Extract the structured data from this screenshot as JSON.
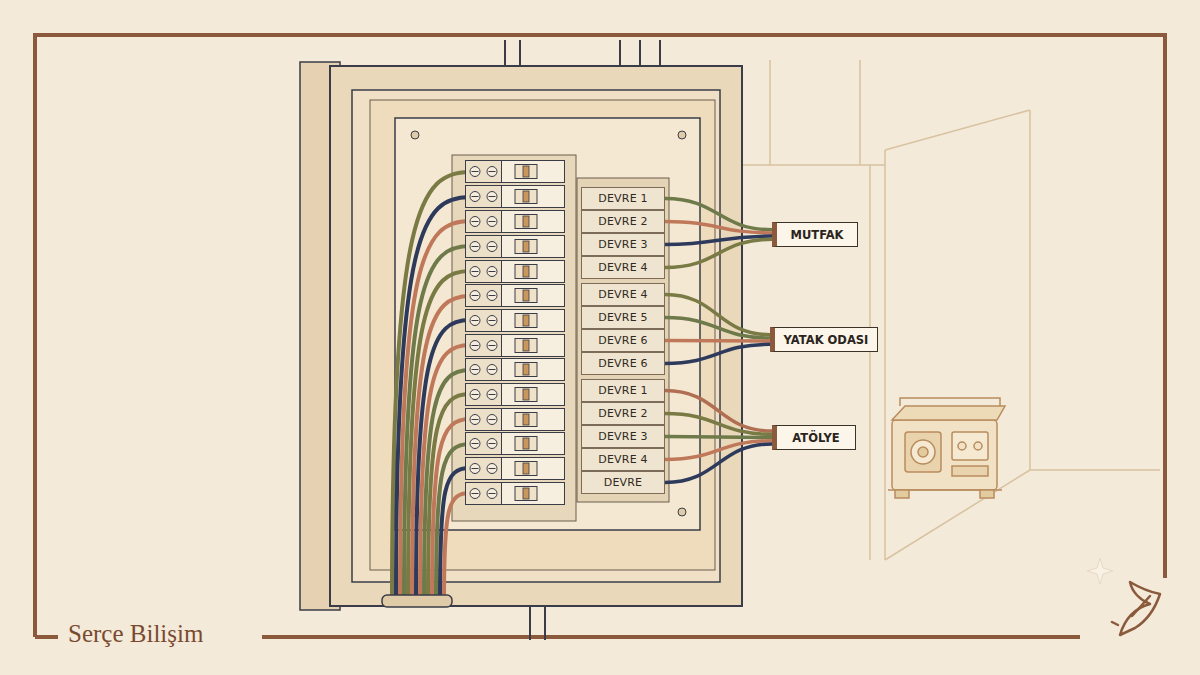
{
  "diagram": {
    "nodes": [
      {
        "text": [
          "DEVRE 1"
        ]
      },
      {
        "text": [
          "DEVRE 2"
        ]
      },
      {
        "text": [
          "DEVRE 3"
        ]
      },
      {
        "text": [
          "DEVRE 4"
        ]
      },
      {
        "text": [
          "DEVRE 4"
        ]
      },
      {
        "text": [
          "DEVRE 5"
        ]
      },
      {
        "text": [
          "DEVRE 6"
        ]
      },
      {
        "text": [
          "DEVRE 6"
        ]
      },
      {
        "text": [
          "DEVRE 1"
        ]
      },
      {
        "text": [
          "DEVRE 2"
        ]
      },
      {
        "text": [
          "DEVRE 3"
        ]
      },
      {
        "text": [
          "DEVRE 4"
        ]
      },
      {
        "text": [
          "DEVRE"
        ]
      },
      {
        "text": [
          "MUTFAK"
        ]
      },
      {
        "text": [
          "YATAK ODASI"
        ]
      },
      {
        "text": [
          "ATÖLYE"
        ]
      }
    ],
    "edges": [
      {
        "from": 0,
        "to": 13,
        "arrow": "none"
      },
      {
        "from": 1,
        "to": 13,
        "arrow": "none"
      },
      {
        "from": 2,
        "to": 13,
        "arrow": "none"
      },
      {
        "from": 3,
        "to": 13,
        "arrow": "none"
      },
      {
        "from": 4,
        "to": 14,
        "arrow": "none"
      },
      {
        "from": 5,
        "to": 14,
        "arrow": "none"
      },
      {
        "from": 6,
        "to": 14,
        "arrow": "none"
      },
      {
        "from": 7,
        "to": 14,
        "arrow": "none"
      },
      {
        "from": 8,
        "to": 15,
        "arrow": "none"
      },
      {
        "from": 9,
        "to": 15,
        "arrow": "none"
      },
      {
        "from": 10,
        "to": 15,
        "arrow": "none"
      },
      {
        "from": 11,
        "to": 15,
        "arrow": "none"
      },
      {
        "from": 12,
        "to": 15,
        "arrow": "none"
      }
    ],
    "labels": [
      "Serçe Bilişim"
    ]
  }
}
